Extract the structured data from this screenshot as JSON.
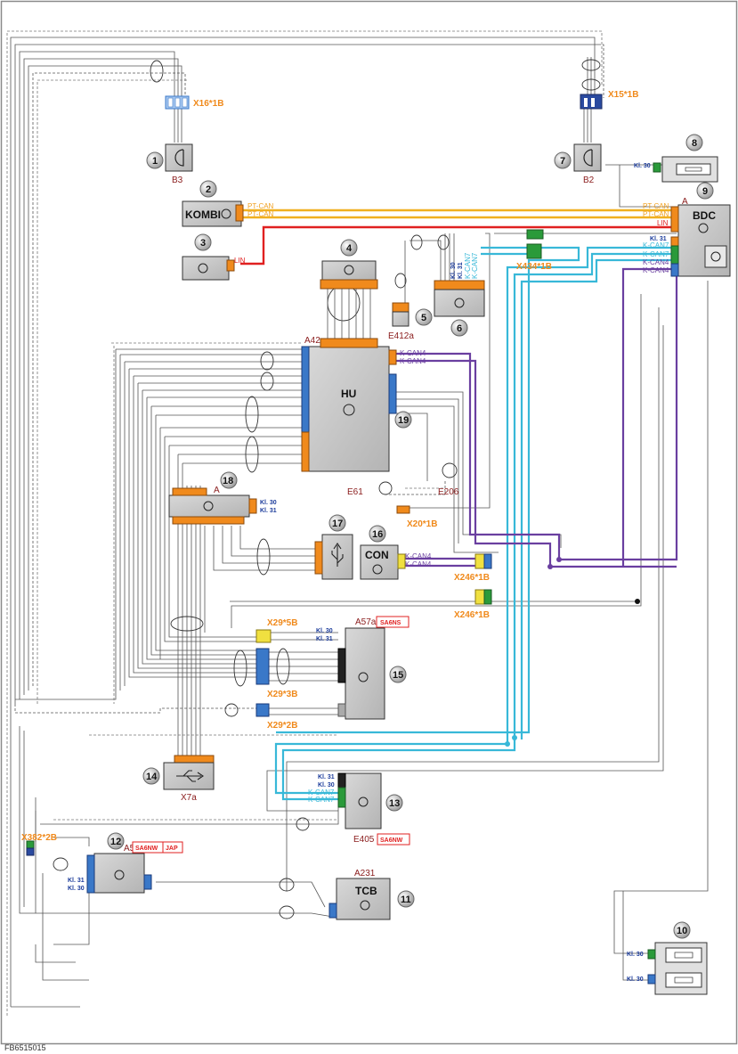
{
  "footer_code": "FB6515015",
  "components": {
    "c1": {
      "num": "1",
      "code": "B3"
    },
    "c2": {
      "num": "2",
      "name": "KOMBI"
    },
    "c3": {
      "num": "3"
    },
    "c4": {
      "num": "4"
    },
    "c5": {
      "num": "5",
      "code": "E412a"
    },
    "c6": {
      "num": "6"
    },
    "c7": {
      "num": "7",
      "code": "B2"
    },
    "c8": {
      "num": "8"
    },
    "c9": {
      "num": "9",
      "name": "BDC",
      "code": "A"
    },
    "c10": {
      "num": "10"
    },
    "c11": {
      "num": "11",
      "name": "TCB",
      "code": "A231"
    },
    "c12": {
      "num": "12",
      "code": "A5",
      "tag1": "SA6NW",
      "tag2": "JAP"
    },
    "c13": {
      "num": "13",
      "code": "E405",
      "tag": "SA6NW"
    },
    "c14": {
      "num": "14",
      "code": "X7a"
    },
    "c15": {
      "num": "15",
      "code": "A57a",
      "tag": "SA6NS"
    },
    "c16": {
      "num": "16",
      "name": "CON"
    },
    "c17": {
      "num": "17"
    },
    "c18": {
      "num": "18",
      "code": "A"
    },
    "c19": {
      "num": "19",
      "name": "HU",
      "code": "A42"
    },
    "e61": {
      "code": "E61"
    },
    "e206": {
      "code": "E206"
    }
  },
  "connectors": {
    "x16": "X16*1B",
    "x15": "X15*1B",
    "x434": "X434*1B",
    "x20": "X20*1B",
    "x246a": "X246*1B",
    "x246b": "X246*1B",
    "x29_5": "X29*5B",
    "x29_3": "X29*3B",
    "x29_2": "X29*2B",
    "x382": "X382*2B"
  },
  "signals": {
    "pt_can": "PT-CAN",
    "lin": "LIN",
    "k_can4": "K-CAN4",
    "k_can7": "K-CAN7",
    "kl30": "Kl. 30",
    "kl31": "Kl. 31"
  },
  "colors": {
    "pt_can": "#f0b020",
    "lin": "#e02020",
    "k_can4": "#6a3fa0",
    "k_can7": "#38b8d8",
    "connector_orange": "#f08a1c",
    "connector_blue": "#3a78c8",
    "connector_green": "#2a9a3a",
    "connector_yellow": "#e8e040",
    "module_fill": "#c8c8c8"
  }
}
